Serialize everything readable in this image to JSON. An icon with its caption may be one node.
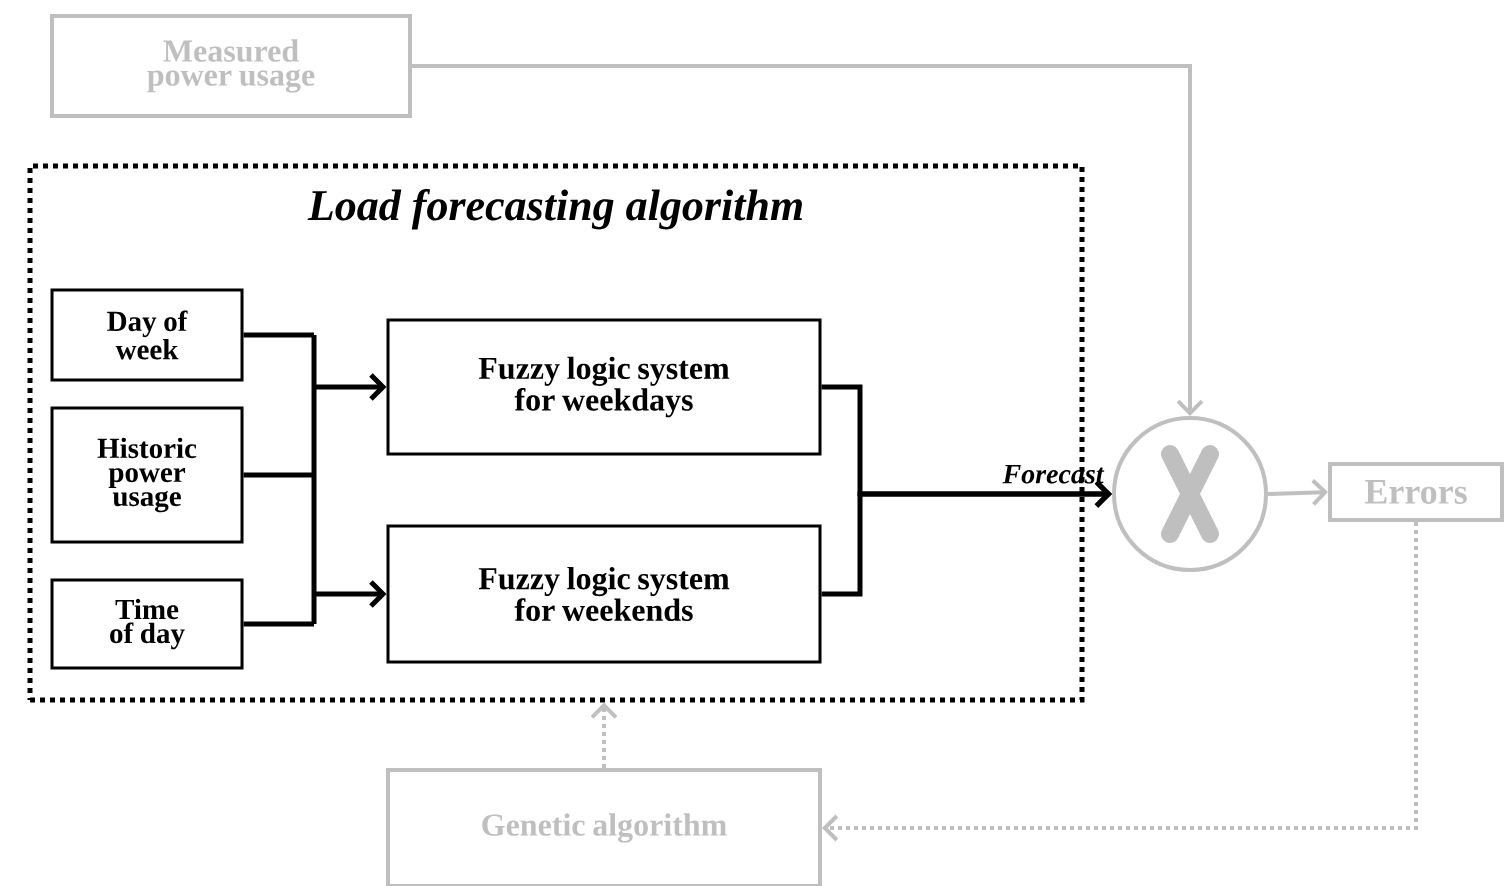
{
  "diagram": {
    "nodes": [
      {
        "text": [
          "Measured power usage"
        ]
      },
      {
        "text": [
          "Load forecasting algorithm"
        ]
      },
      {
        "text": [
          "Day of week"
        ],
        "in": 1
      },
      {
        "text": [
          "Historic power usage"
        ],
        "in": 1
      },
      {
        "text": [
          "Time of day"
        ],
        "in": 1
      },
      {
        "text": [
          "Fuzzy logic system for weekdays"
        ],
        "in": 1
      },
      {
        "text": [
          "Fuzzy logic system for weekends"
        ],
        "in": 1
      },
      {
        "text": [],
        "shape": "circle"
      },
      {
        "text": [
          "Errors"
        ]
      },
      {
        "text": [
          "Genetic algorithm"
        ]
      }
    ],
    "edges": [
      {
        "from": 0,
        "to": 7,
        "arrow": "to",
        "color": "#bfbfbf"
      },
      {
        "from": 2,
        "to": 5,
        "arrow": "to"
      },
      {
        "from": 2,
        "to": 6,
        "arrow": "to"
      },
      {
        "from": 3,
        "to": 5,
        "arrow": "to"
      },
      {
        "from": 3,
        "to": 6,
        "arrow": "to"
      },
      {
        "from": 4,
        "to": 5,
        "arrow": "to"
      },
      {
        "from": 4,
        "to": 6,
        "arrow": "to"
      },
      {
        "from": 5,
        "to": 7,
        "arrow": "to",
        "label": "Forecast"
      },
      {
        "from": 6,
        "to": 7,
        "arrow": "to"
      },
      {
        "from": 7,
        "to": 8,
        "arrow": "to",
        "color": "#bfbfbf"
      },
      {
        "from": 8,
        "to": 9,
        "arrow": "to",
        "style": "dashed",
        "color": "#bfbfbf"
      },
      {
        "from": 9,
        "to": 1,
        "arrow": "to",
        "style": "dashed",
        "color": "#bfbfbf"
      }
    ]
  }
}
